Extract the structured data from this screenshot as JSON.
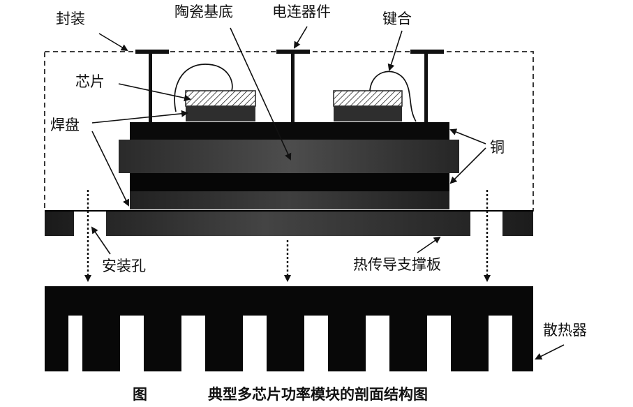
{
  "labels": {
    "package": "封装",
    "ceramic_substrate": "陶瓷基底",
    "electrical_connector": "电连器件",
    "bond": "键合",
    "chip": "芯片",
    "solder_pad": "焊盘",
    "copper": "铜",
    "mounting_hole": "安装孔",
    "heat_spreader_plate": "热传导支撑板",
    "heat_sink": "散热器"
  },
  "caption": {
    "figure_label": "图",
    "title": "典型多芯片功率模块的剖面结构图"
  }
}
